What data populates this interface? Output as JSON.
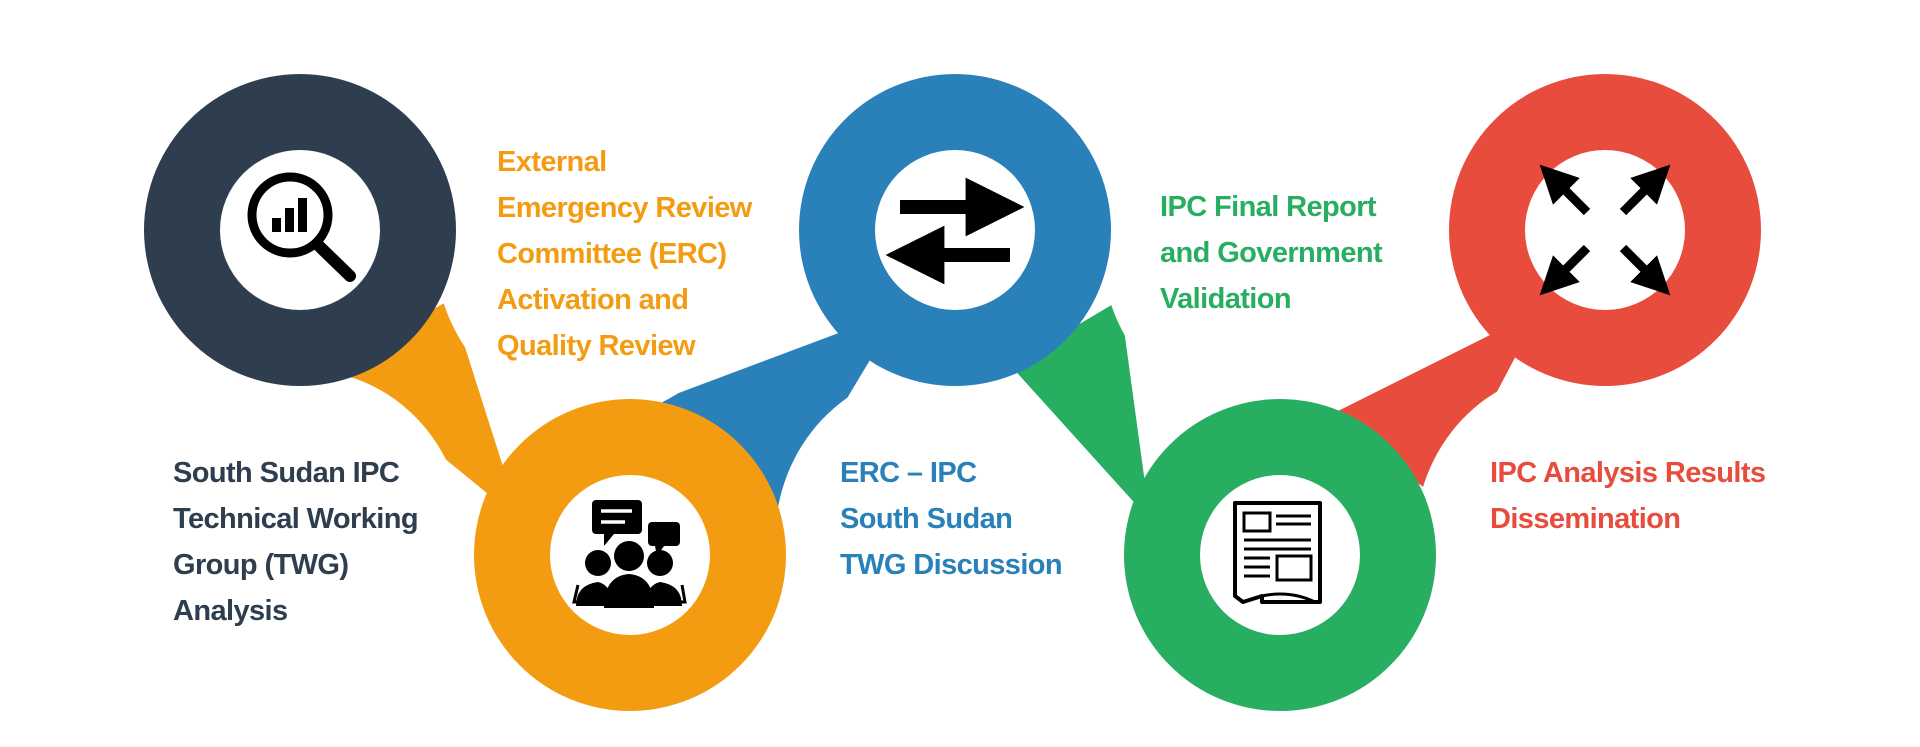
{
  "steps": [
    {
      "title_lines": [
        "South Sudan IPC",
        "Technical Working",
        "Group (TWG)",
        "Analysis"
      ],
      "color": "#2e3e4f",
      "icon": "magnifier-chart-icon"
    },
    {
      "title_lines": [
        "External",
        "Emergency Review",
        "Committee (ERC)",
        "Activation and",
        "Quality Review"
      ],
      "color": "#f39c12",
      "icon": "team-discussion-icon"
    },
    {
      "title_lines": [
        "ERC – IPC",
        "South Sudan",
        "TWG Discussion"
      ],
      "color": "#2a80b9",
      "icon": "exchange-arrows-icon"
    },
    {
      "title_lines": [
        "IPC Final Report",
        "and Government",
        "Validation"
      ],
      "color": "#27ae60",
      "icon": "newspaper-icon"
    },
    {
      "title_lines": [
        "IPC Analysis Results",
        "Dissemination"
      ],
      "color": "#e74c3c",
      "icon": "expand-arrows-icon"
    }
  ]
}
